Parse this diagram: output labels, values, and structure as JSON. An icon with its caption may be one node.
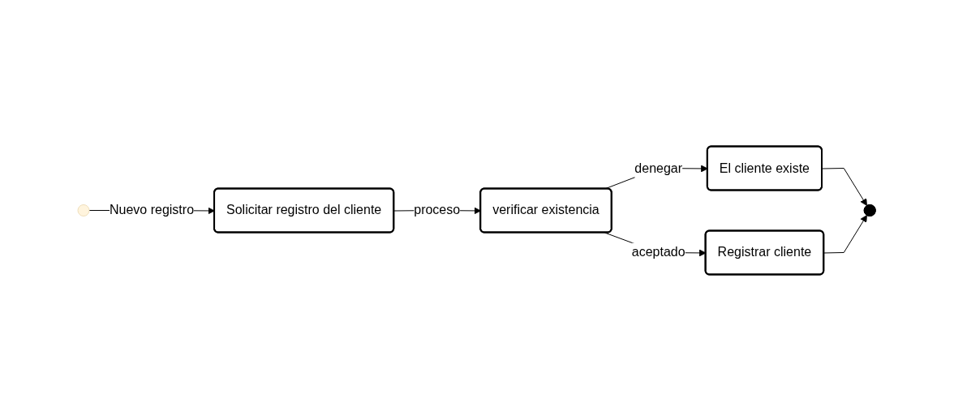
{
  "diagram": {
    "nodes": [
      {
        "text": [],
        "shape": "circle"
      },
      {
        "text": [
          "Solicitar registro del cliente"
        ]
      },
      {
        "text": [
          "verificar existencia"
        ]
      },
      {
        "text": [
          "El cliente existe"
        ]
      },
      {
        "text": [
          "Registrar cliente"
        ]
      },
      {
        "text": [],
        "shape": "circle"
      }
    ],
    "edges": [
      {
        "from": 0,
        "to": 1,
        "arrow": "to",
        "label": "Nuevo registro"
      },
      {
        "from": 1,
        "to": 2,
        "arrow": "to",
        "label": "proceso"
      },
      {
        "from": 2,
        "to": 3,
        "arrow": "to",
        "label": "denegar"
      },
      {
        "from": 2,
        "to": 4,
        "arrow": "to",
        "label": "aceptado"
      },
      {
        "from": 3,
        "to": 5,
        "arrow": "to"
      },
      {
        "from": 4,
        "to": 5,
        "arrow": "to"
      }
    ]
  }
}
